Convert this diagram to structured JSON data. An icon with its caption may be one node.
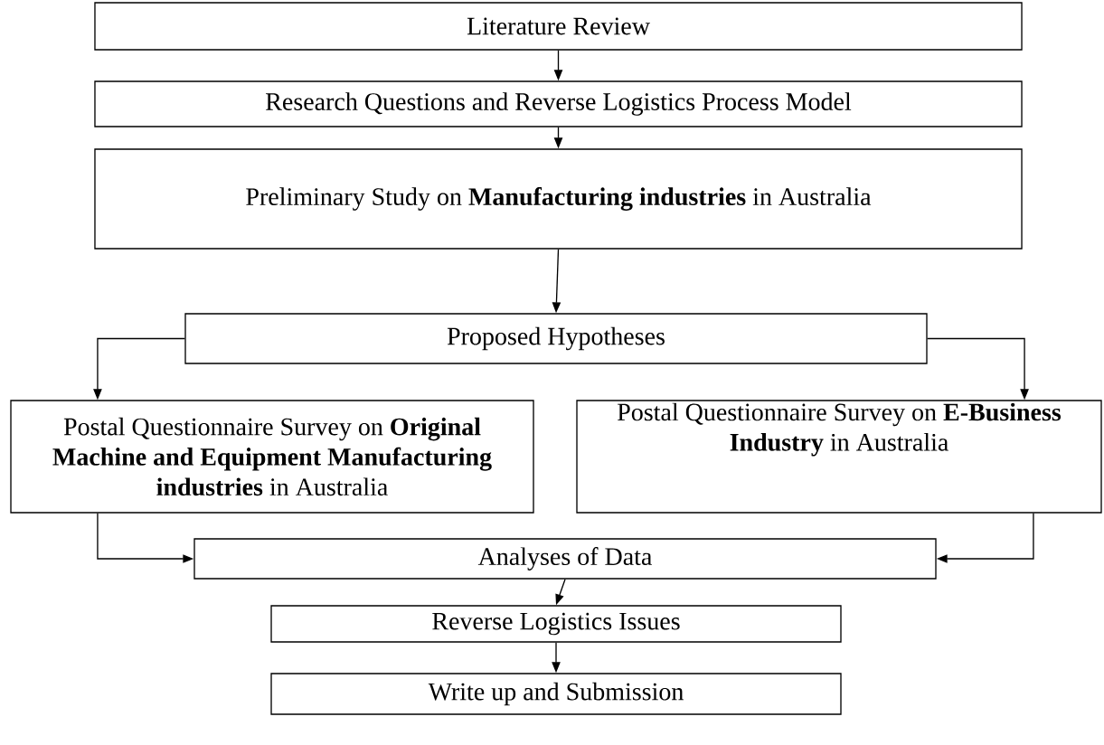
{
  "diagram": {
    "nodes": [
      {
        "text": [
          "Literature Review"
        ]
      },
      {
        "text": [
          "Research Questions and Reverse Logistics Process Model"
        ]
      },
      {
        "text": [
          "Preliminary Study on **Manufacturing industries** in Australia"
        ]
      },
      {
        "text": [
          "Proposed Hypotheses"
        ]
      },
      {
        "text": [
          "Postal Questionnaire Survey on **Original Machine and Equipment Manufacturing industries** in Australia"
        ]
      },
      {
        "text": [
          "Postal Questionnaire Survey on **E-Business Industry** in Australia"
        ]
      },
      {
        "text": [
          "Analyses of Data"
        ]
      },
      {
        "text": [
          "Reverse Logistics Issues"
        ]
      },
      {
        "text": [
          "Write up and Submission"
        ]
      }
    ],
    "edges": [
      {
        "from": 0,
        "to": 1,
        "arrow": "to"
      },
      {
        "from": 1,
        "to": 2,
        "arrow": "to"
      },
      {
        "from": 2,
        "to": 3,
        "arrow": "to"
      },
      {
        "from": 3,
        "to": 4,
        "arrow": "to"
      },
      {
        "from": 3,
        "to": 5,
        "arrow": "to"
      },
      {
        "from": 4,
        "to": 6,
        "arrow": "to"
      },
      {
        "from": 5,
        "to": 6,
        "arrow": "to"
      },
      {
        "from": 6,
        "to": 7,
        "arrow": "to"
      },
      {
        "from": 7,
        "to": 8,
        "arrow": "to"
      }
    ]
  }
}
